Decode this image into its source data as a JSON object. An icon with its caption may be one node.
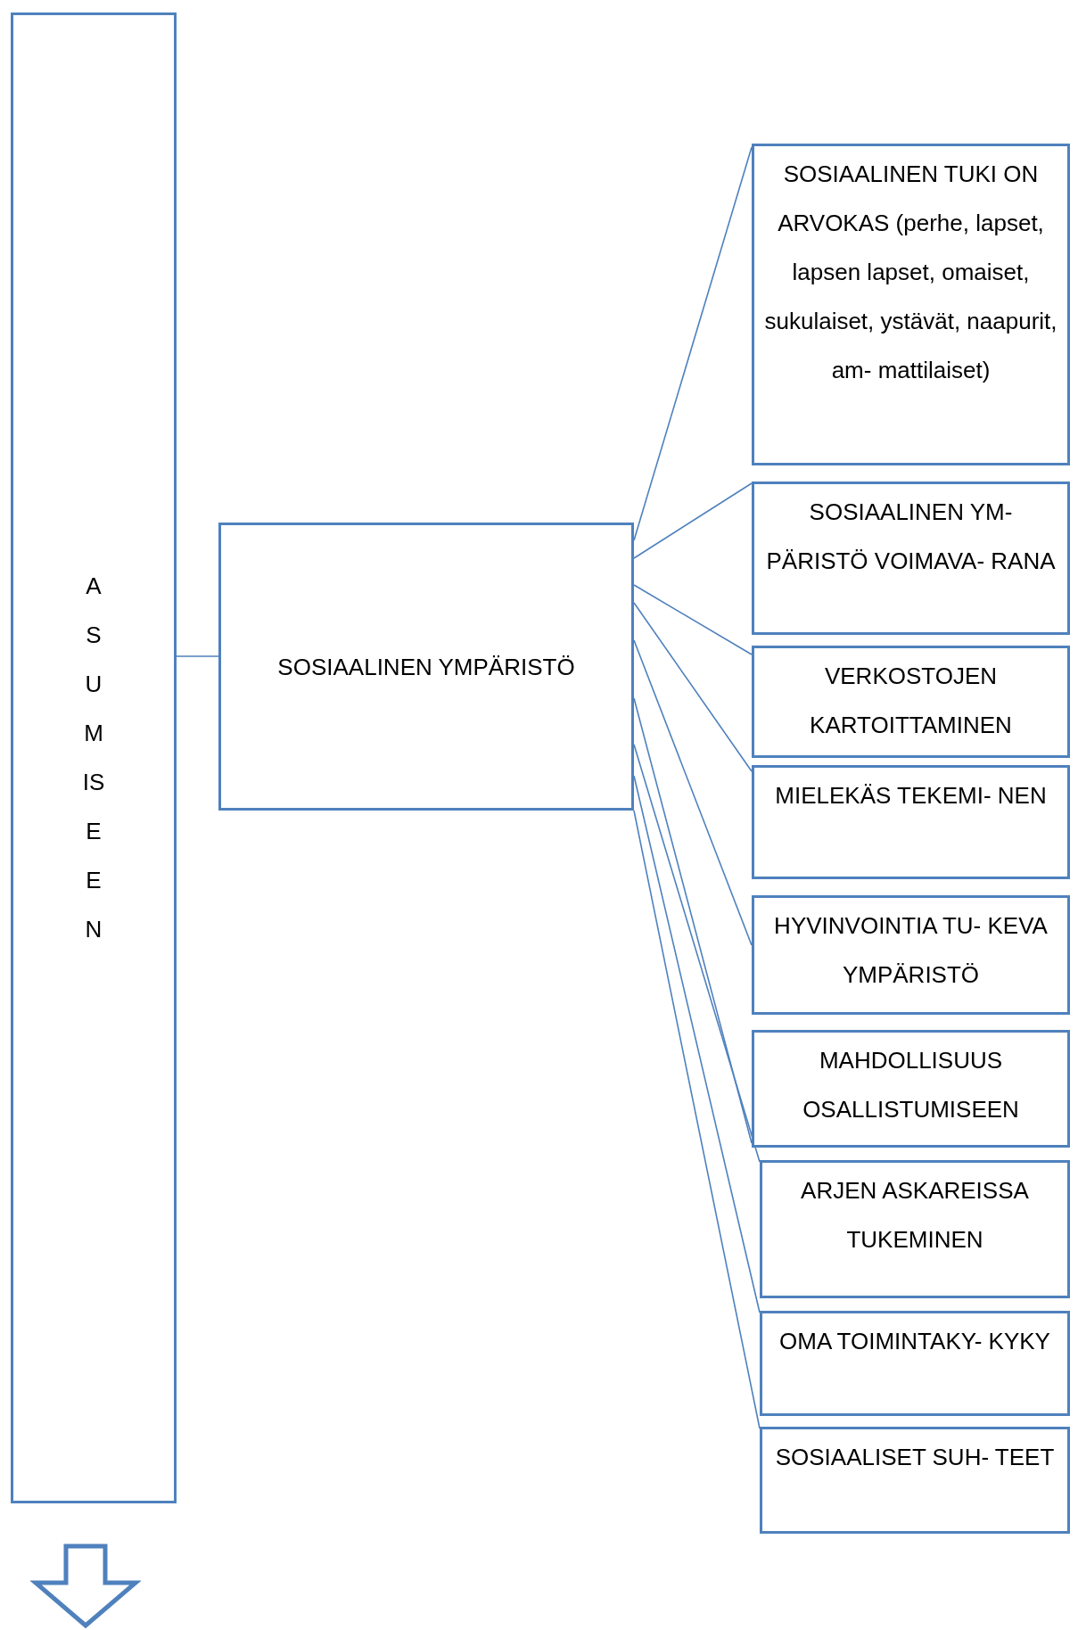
{
  "diagram": {
    "nodes": [
      {
        "text": [
          "ASUMISEEN"
        ]
      },
      {
        "text": [
          "SOSIAALINEN YMPÄRISTÖ"
        ]
      },
      {
        "text": [
          "SOSIAALINEN TUKI ON ARVOKAS (perhe, lapset, lapsen lapset, omaiset, sukulaiset, ystävät, naapurit, am- mattilaiset)"
        ]
      },
      {
        "text": [
          "SOSIAALINEN YM- PÄRISTÖ VOIMAVA- RANA"
        ]
      },
      {
        "text": [
          "VERKOSTOJEN KARTOITTAMINEN"
        ]
      },
      {
        "text": [
          "MIELEKÄS TEKEMI- NEN"
        ]
      },
      {
        "text": [
          "HYVINVOINTIA TU- KEVA YMPÄRISTÖ"
        ]
      },
      {
        "text": [
          "MAHDOLLISUUS OSALLISTUMISEEN"
        ]
      },
      {
        "text": [
          "ARJEN ASKAREISSA TUKEMINEN"
        ]
      },
      {
        "text": [
          "OMA TOIMINTAKY- KYKY"
        ]
      },
      {
        "text": [
          "SOSIAALISET SUH- TEET"
        ]
      }
    ],
    "edges": [
      {
        "from": 0,
        "to": 1,
        "arrow": "none"
      },
      {
        "from": 1,
        "to": 2,
        "arrow": "none"
      },
      {
        "from": 1,
        "to": 3,
        "arrow": "none"
      },
      {
        "from": 1,
        "to": 4,
        "arrow": "none"
      },
      {
        "from": 1,
        "to": 5,
        "arrow": "none"
      },
      {
        "from": 1,
        "to": 6,
        "arrow": "none"
      },
      {
        "from": 1,
        "to": 7,
        "arrow": "none"
      },
      {
        "from": 1,
        "to": 8,
        "arrow": "none"
      },
      {
        "from": 1,
        "to": 9,
        "arrow": "none"
      },
      {
        "from": 1,
        "to": 10,
        "arrow": "none"
      }
    ]
  }
}
